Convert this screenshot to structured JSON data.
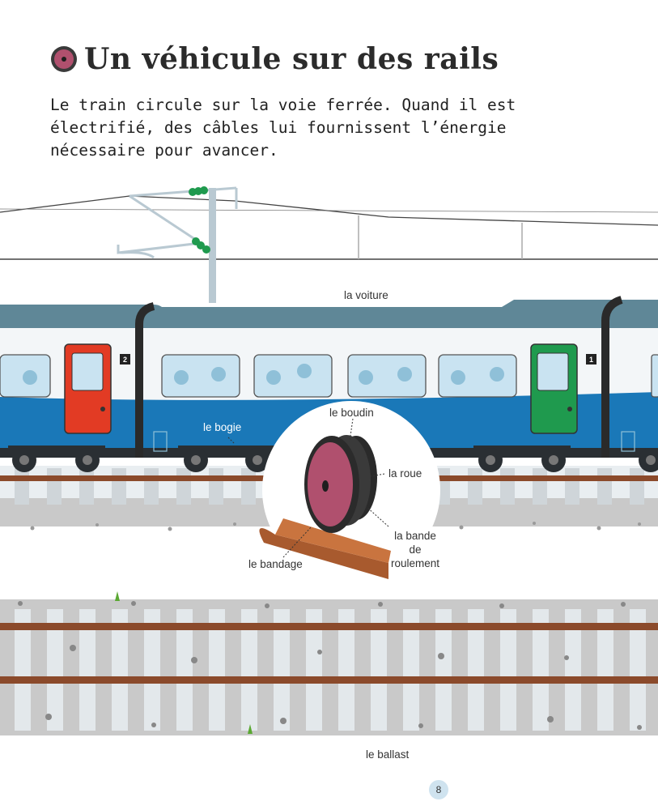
{
  "header": {
    "title": "Un véhicule sur des rails",
    "intro_lines": [
      "Le train circule sur la voie ferrée. Quand il est",
      "électrifié, des câbles lui fournissent l’énergie",
      "nécessaire pour avancer."
    ]
  },
  "labels": {
    "voiture": "la voiture",
    "bogie": "le bogie",
    "boudin": "le boudin",
    "roue": "la roue",
    "bande_lines": [
      "la bande",
      "de",
      "roulement"
    ],
    "bandage": "le bandage",
    "ballast": "le ballast"
  },
  "car_numbers": {
    "rear": "2",
    "front": "1"
  },
  "page_number": "8",
  "colors": {
    "train_blue": "#1a78b8",
    "roof_gray": "#5f8797",
    "door_red": "#e23b24",
    "door_green": "#1f9a4e",
    "rail_brown": "#8b4a2b",
    "wheel_pink": "#b0506e"
  }
}
